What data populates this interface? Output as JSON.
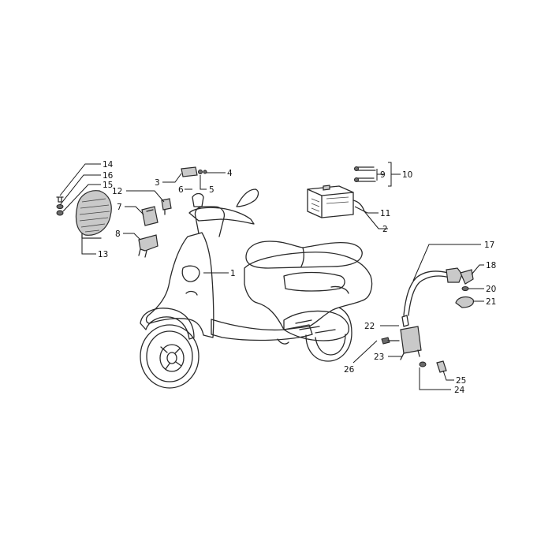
{
  "diagram": {
    "callouts": [
      {
        "id": "callout-1",
        "text": "1"
      },
      {
        "id": "callout-2",
        "text": "2"
      },
      {
        "id": "callout-3",
        "text": "3"
      },
      {
        "id": "callout-4",
        "text": "4"
      },
      {
        "id": "callout-5",
        "text": "5"
      },
      {
        "id": "callout-6",
        "text": "6"
      },
      {
        "id": "callout-7",
        "text": "7"
      },
      {
        "id": "callout-8",
        "text": "8"
      },
      {
        "id": "callout-9",
        "text": "9"
      },
      {
        "id": "callout-10",
        "text": "10"
      },
      {
        "id": "callout-11",
        "text": "11"
      },
      {
        "id": "callout-12",
        "text": "12"
      },
      {
        "id": "callout-13",
        "text": "13"
      },
      {
        "id": "callout-14",
        "text": "14"
      },
      {
        "id": "callout-15",
        "text": "15"
      },
      {
        "id": "callout-16",
        "text": "16"
      },
      {
        "id": "callout-17",
        "text": "17"
      },
      {
        "id": "callout-18",
        "text": "18"
      },
      {
        "id": "callout-20",
        "text": "20"
      },
      {
        "id": "callout-21",
        "text": "21"
      },
      {
        "id": "callout-22",
        "text": "22"
      },
      {
        "id": "callout-23",
        "text": "23"
      },
      {
        "id": "callout-24",
        "text": "24"
      },
      {
        "id": "callout-25",
        "text": "25"
      },
      {
        "id": "callout-26",
        "text": "26"
      }
    ]
  }
}
